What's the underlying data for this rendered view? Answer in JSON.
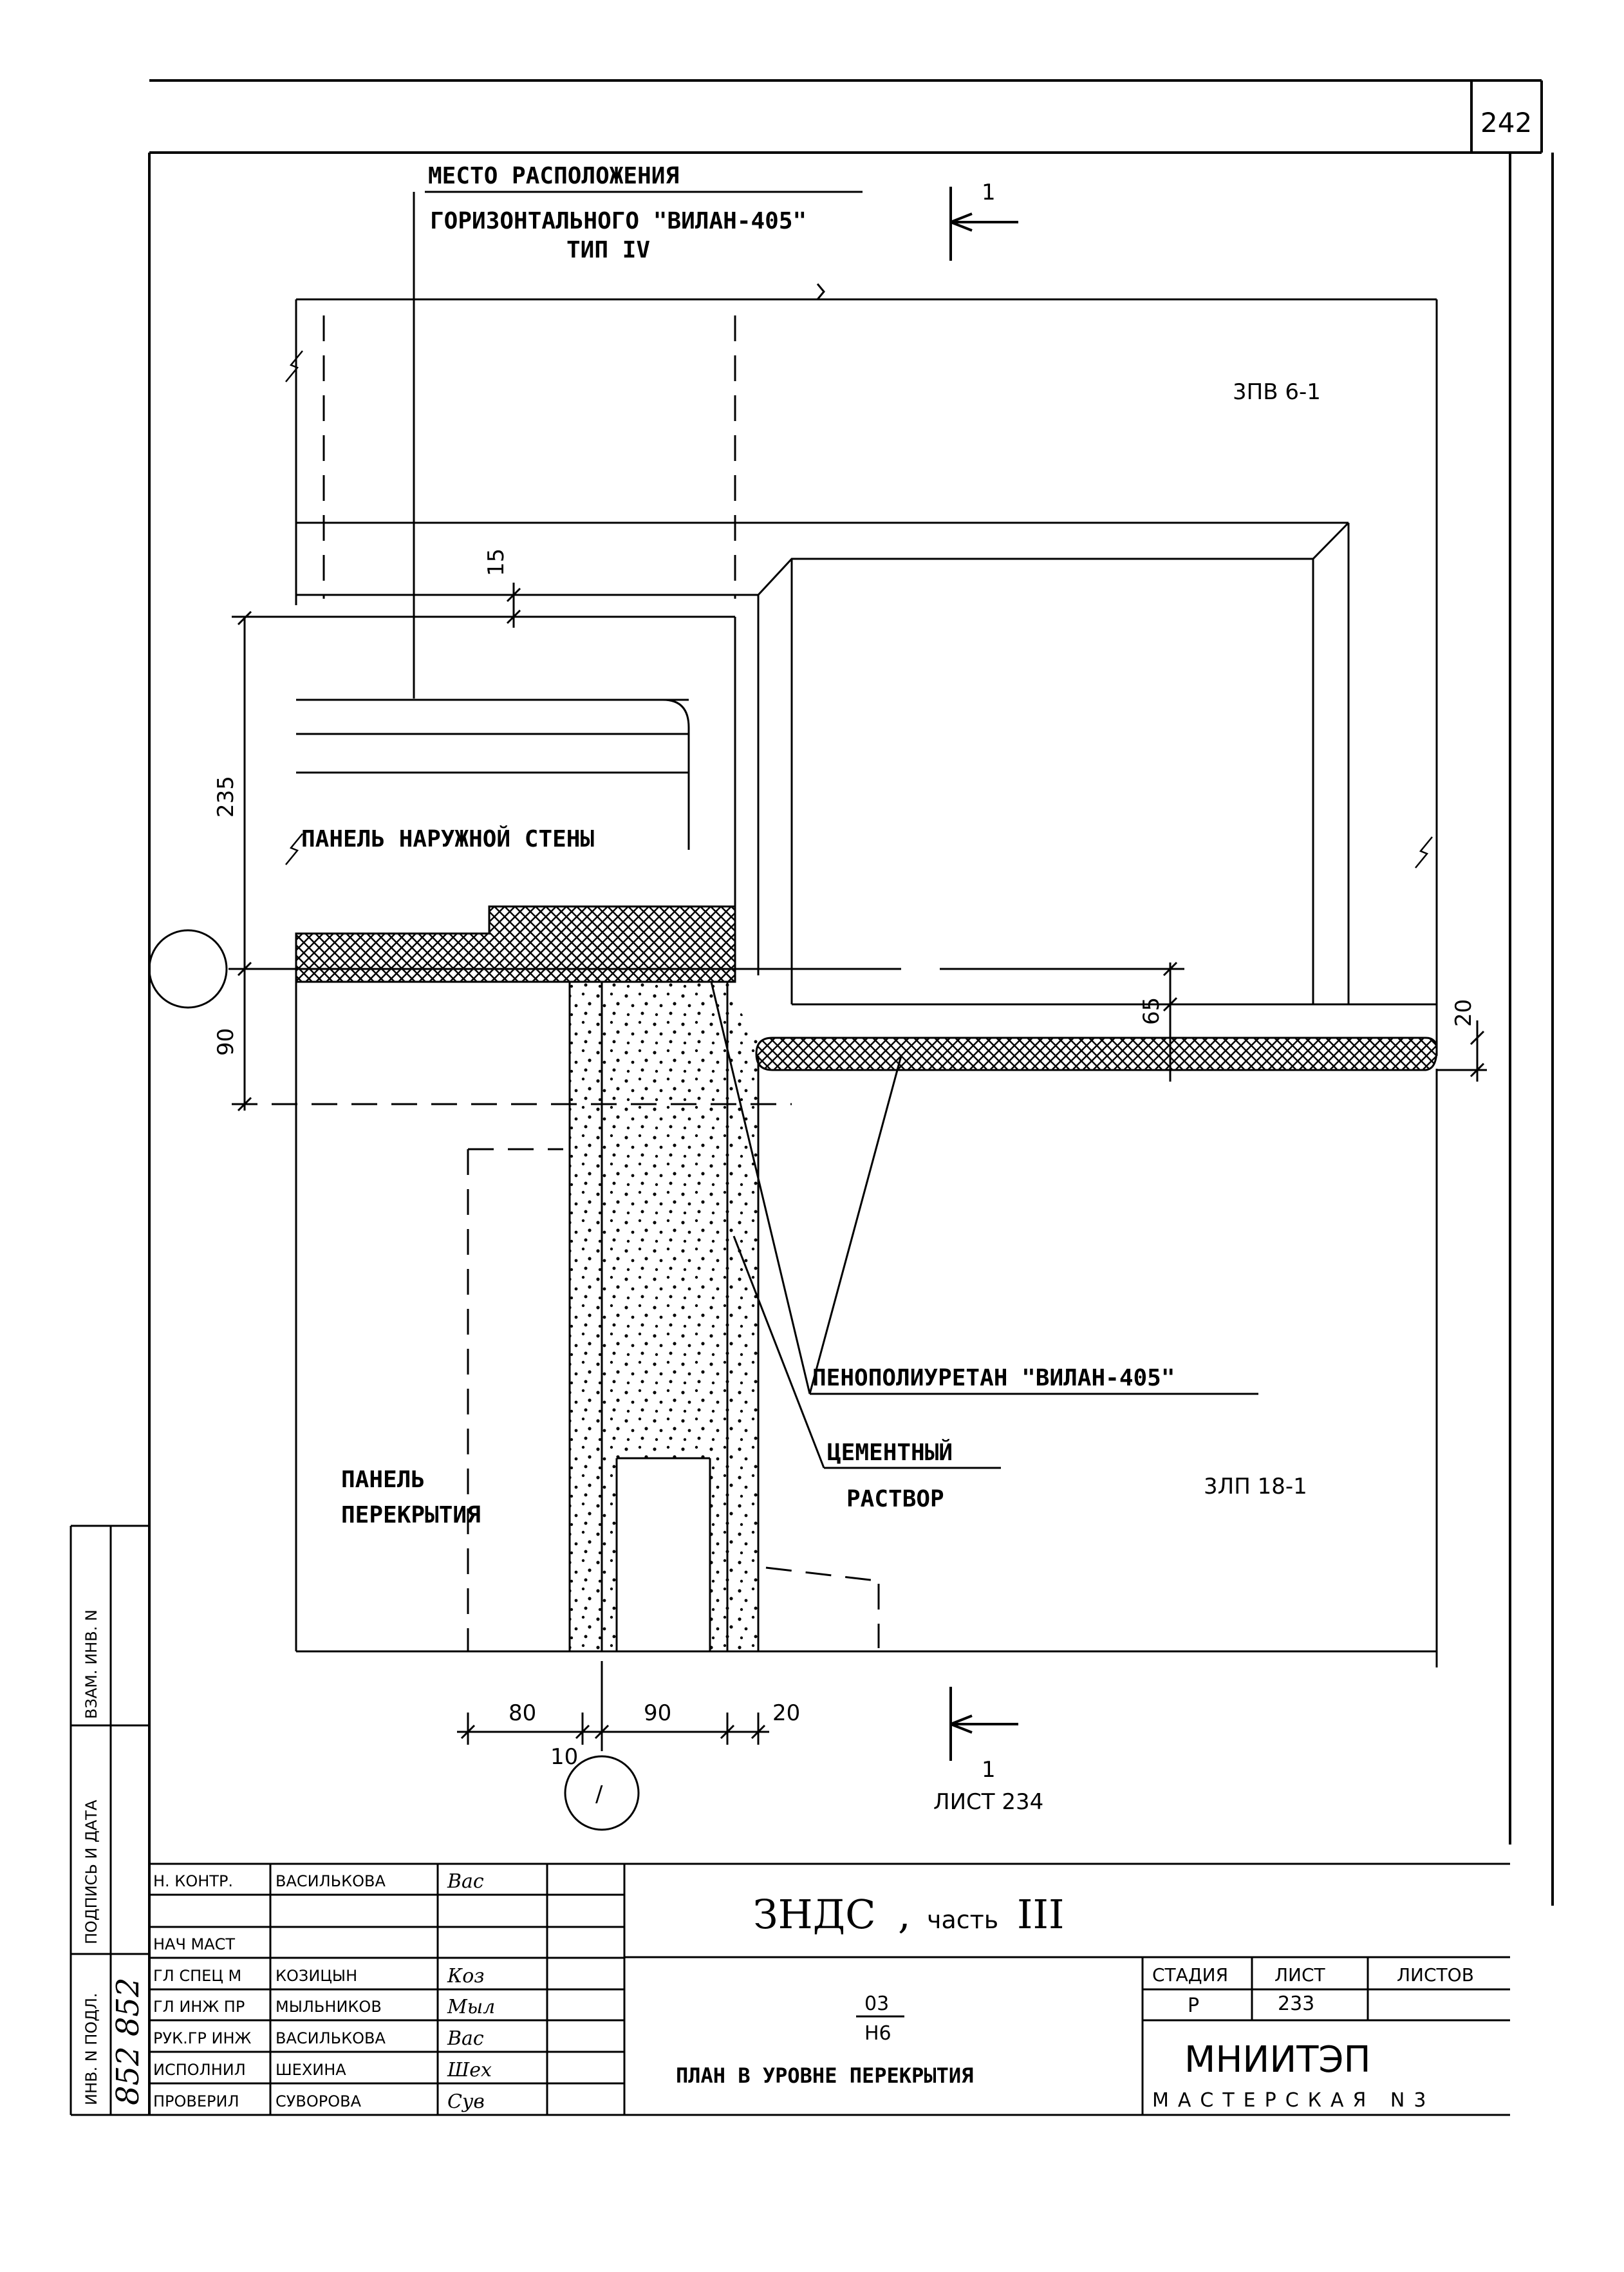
{
  "sheet": {
    "corner_number": "242",
    "ref_sheet": "ЛИСТ 234"
  },
  "callouts": {
    "location_line1": "МЕСТО РАСПОЛОЖЕНИЯ",
    "location_line2": "ГОРИЗОНТАЛЬНОГО \"ВИЛАН-405\"",
    "location_line3": "ТИП IV",
    "panel_wall": "ПАНЕЛЬ НАРУЖНОЙ СТЕНЫ",
    "panel_floor_1": "ПАНЕЛЬ",
    "panel_floor_2": "ПЕРЕКРЫТИЯ",
    "foam": "ПЕНОПОЛИУРЕТАН \"ВИЛАН-405\"",
    "cement_1": "ЦЕМЕНТНЫЙ",
    "cement_2": "РАСТВОР",
    "mark_top": "3ПВ 6-1",
    "mark_bottom": "3ЛП 18-1"
  },
  "section_marks": {
    "top": "1",
    "bottom": "1"
  },
  "dimensions": {
    "d15": "15",
    "d235": "235",
    "d90_left": "90",
    "d65": "65",
    "d20_right": "20",
    "d80": "80",
    "d90_bottom": "90",
    "d20_bottom": "20",
    "d10": "10"
  },
  "axes": {
    "bottom_axis": "/"
  },
  "side_stamp": {
    "inv_podl": "ИНВ. N ПОДЛ.",
    "podpis": "ПОДПИСЬ И ДАТА",
    "vzam": "ВЗАМ. ИНВ. N",
    "handwritten_number": "852 852"
  },
  "title_block": {
    "roles": [
      {
        "role": "Н. КОНТР.",
        "name": "ВАСИЛЬКОВА",
        "signature": "Вас"
      },
      {
        "role": "",
        "name": "",
        "signature": ""
      },
      {
        "role": "НАЧ МАСТ",
        "name": "",
        "signature": ""
      },
      {
        "role": "ГЛ СПЕЦ М",
        "name": "КОЗИЦЫН",
        "signature": "Коз"
      },
      {
        "role": "ГЛ ИНЖ ПР",
        "name": "МЫЛЬНИКОВ",
        "signature": "Мыл"
      },
      {
        "role": "РУК.ГР ИНЖ",
        "name": "ВАСИЛЬКОВА",
        "signature": "Вас"
      },
      {
        "role": "ИСПОЛНИЛ",
        "name": "ШЕХИНА",
        "signature": "Шех"
      },
      {
        "role": "ПРОВЕРИЛ",
        "name": "СУВОРОВА",
        "signature": "Сув"
      }
    ],
    "project_title": "ЗНДС",
    "project_part_label": "часть",
    "project_part": "III",
    "code_top": "03",
    "code_bottom": "Н6",
    "sheet_title": "ПЛАН В УРОВНЕ ПЕРЕКРЫТИЯ",
    "col_stage": "СТАДИЯ",
    "col_sheet": "ЛИСТ",
    "col_sheets": "ЛИСТОВ",
    "stage": "Р",
    "sheet_no": "233",
    "sheets_total": "",
    "org": "МНИИТЭП",
    "workshop": "МАСТЕРСКАЯ N3"
  }
}
